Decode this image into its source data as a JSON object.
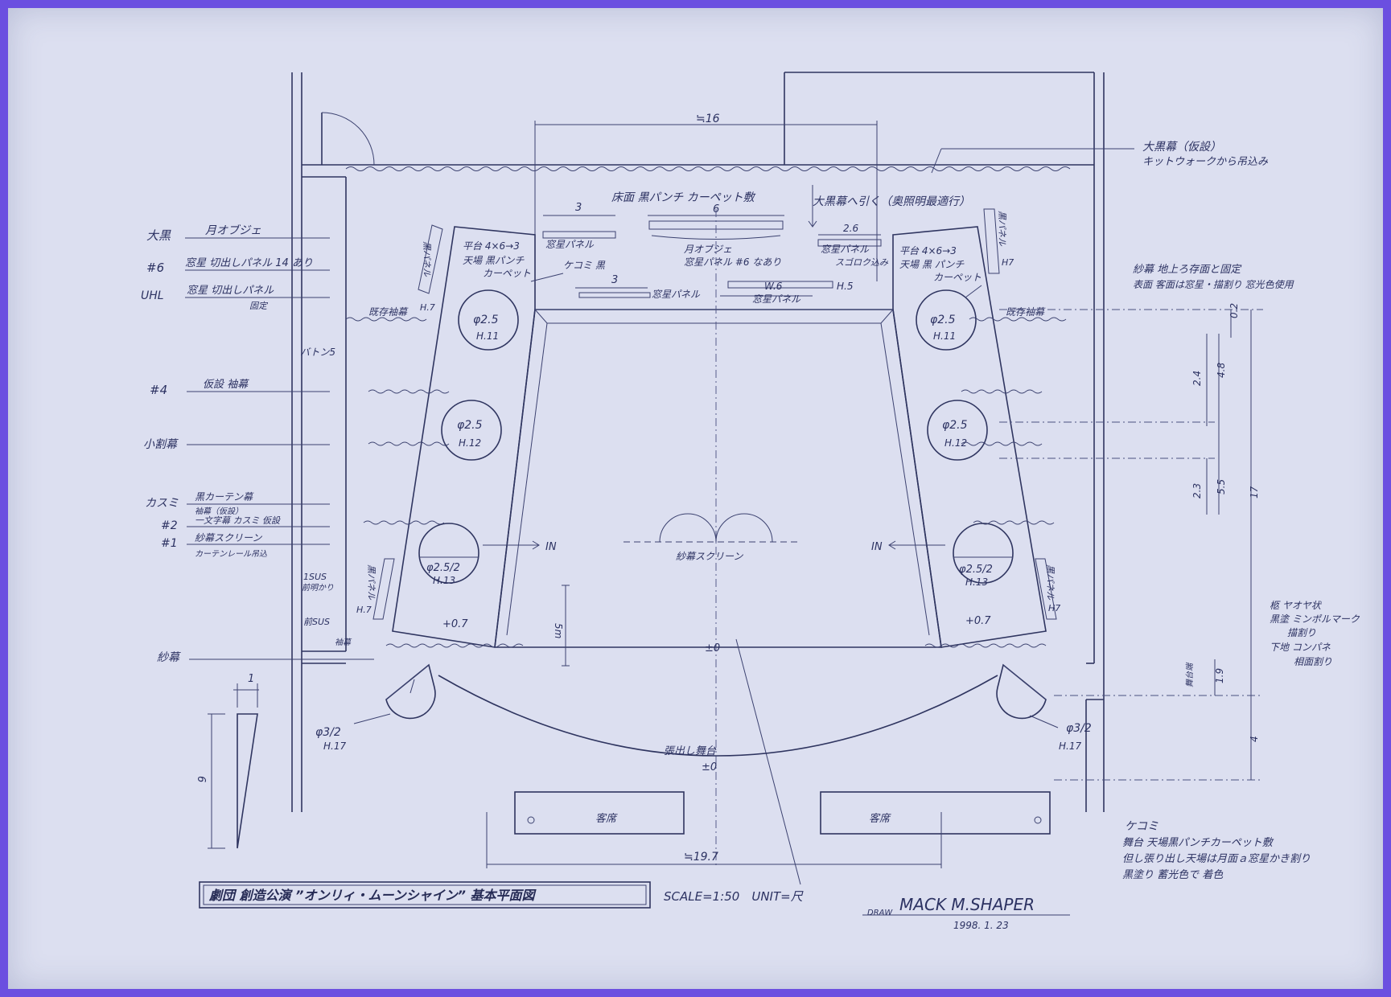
{
  "labels": {
    "dim_top": "≒16",
    "curtain_top_a": "大黒幕（仮設）",
    "curtain_top_b": "キットウォークから吊込み",
    "floor_carpet": "床面 黒パンチ カーペット敷",
    "black_curtain_pull": "大黒幕へ引く（奥照明最適行）",
    "dim_3a": "3",
    "dim_6": "6",
    "dim_26": "2.6",
    "panel_a": "窓星パネル",
    "moon_obj": "月オブジェ",
    "panel_b": "窓星パネル #6 なあり",
    "panel_c": "窓星パネル",
    "left_lead": "スゴロク込み",
    "kekomi_black": "ケコミ 黒",
    "dim_3b": "3",
    "panel_d": "窓星パネル",
    "w6": "W.6",
    "panel_e": "窓星パネル",
    "height_panel": "H.5",
    "plat_left_a": "平台 4×6→3",
    "plat_left_b": "天場 黒パンチ",
    "plat_left_c": "カーペット",
    "plat_right_a": "平台 4×6→3",
    "plat_right_b": "天場 黒 パンチ",
    "plat_right_c": "カーペット",
    "black_panel_l": "黒パネル",
    "h7_l": "H.7",
    "black_panel_r": "黒パネル",
    "h7_r": "H7",
    "left_dai": "大黒",
    "left_dai_txt": "月オブジェ",
    "left_6": "#6",
    "left_6_txt": "窓星 切出しパネル 14 あり",
    "left_uhl": "UHL",
    "left_uhl_txt": "窓星 切出しパネル",
    "left_uhl_sub": "固定",
    "batten": "バトン5",
    "left_4": "#4",
    "left_4_txt": "仮設 袖幕",
    "left_small": "小割幕",
    "left_kasumi": "カスミ",
    "left_kasumi_txt": "黒カーテン幕",
    "left_kasumi_sub": "袖幕（仮設）",
    "left_2": "#2",
    "left_2_txt": "一文字幕 カスミ 仮設",
    "left_1": "#1",
    "left_1_txt": "紗幕スクリーン",
    "left_1_sub": "カーテンレール吊込",
    "sus1": "1SUS",
    "sus1_sub": "前明かり",
    "sus2": "前SUS",
    "sus2_sub": "袖幕",
    "left_gauze": "紗幕",
    "sode_l": "既存袖幕",
    "sode_r": "既存袖幕",
    "right_note_a": "紗幕 地上ろ存面と固定",
    "right_note_b": "表面 客面は窓星・描割り 窓光色使用",
    "circ1": "φ2.5",
    "circ1_h": "H.11",
    "circ2": "φ2.5",
    "circ2_h": "H.12",
    "circ3": "φ2.5/2",
    "circ3_h": "H.13",
    "circ4": "φ2.5",
    "circ4_h": "H.11",
    "circ5": "φ2.5",
    "circ5_h": "H.12",
    "circ6": "φ2.5/2",
    "circ6_h": "H.13",
    "in_left": "IN",
    "in_right": "IN",
    "screen": "紗幕スクリーン",
    "plus07_l": "+0.7",
    "plus07_r": "+0.7",
    "dim_5m": "5m",
    "zero_mark": "±0",
    "apron": "張出し舞台",
    "apron_val": "±0",
    "step_l": "φ3/2",
    "step_l_h": "H.17",
    "step_r": "φ3/2",
    "step_r_h": "H.17",
    "seat_l": "客席",
    "seat_r": "客席",
    "dim_bottom": "≒19.7",
    "wedge_w": "1",
    "wedge_h": "6",
    "right_note_c": "柩 ヤオヤ状",
    "right_note_d": "黒塗 ミンポルマーク",
    "right_note_e": "描割り",
    "right_note_f": "下地 コンパネ",
    "right_note_g": "相面割り",
    "right_dim_02": "0.2",
    "right_dim_24": "2.4",
    "right_dim_48": "4.8",
    "right_dim_23": "2.3",
    "right_dim_55": "5.5",
    "right_dim_17": "17",
    "right_dim_19": "1.9",
    "right_dim_4": "4",
    "right_dim_side": "舞台端",
    "kekomi_h": "ケコミ",
    "kekomi_1": "舞台 天場黒パンチカーペット敷",
    "kekomi_2": "但し張り出し天場は月面ａ窓星かき割り",
    "kekomi_3": "黒塗り 蓄光色で 着色",
    "title": "劇団 創造公演 ”オンリィ・ムーンシャイン” 基本平面図",
    "scale": "SCALE=1:50　UNIT=尺",
    "drawn_prefix": "DRAW",
    "drawn_name": "MACK M.SHAPER",
    "date": "1998. 1. 23"
  },
  "colors": {
    "paper": "#dcdff0",
    "ink": "#2f3560",
    "border": "#6b4fe0"
  }
}
